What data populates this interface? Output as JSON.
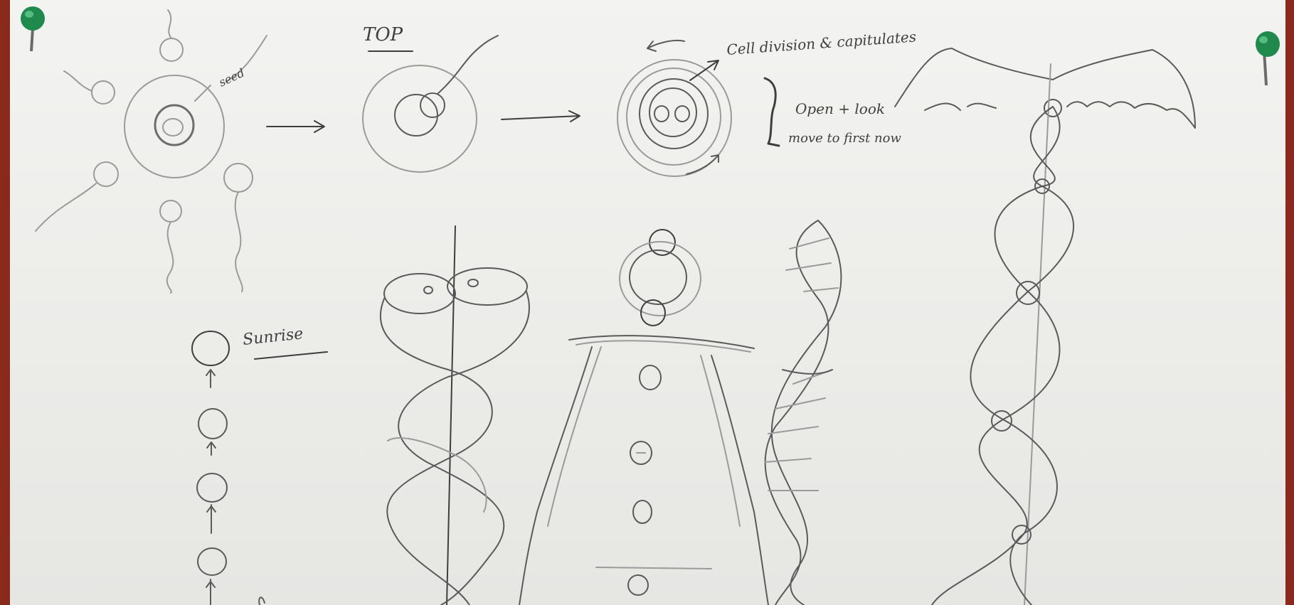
{
  "annotations": {
    "top": "TOP",
    "cell_division": "Cell division & capitulates",
    "open": "Open + look",
    "move": "move to first now",
    "sunrise": "Sunrise",
    "seed": "seed"
  },
  "colors": {
    "paper": "#f0f0ee",
    "pencil": "#5a5a5a",
    "board": "#8a2a1c",
    "pin": "#1f8a4c"
  },
  "icons": [
    "pushpin-icon",
    "pushpin-icon"
  ]
}
